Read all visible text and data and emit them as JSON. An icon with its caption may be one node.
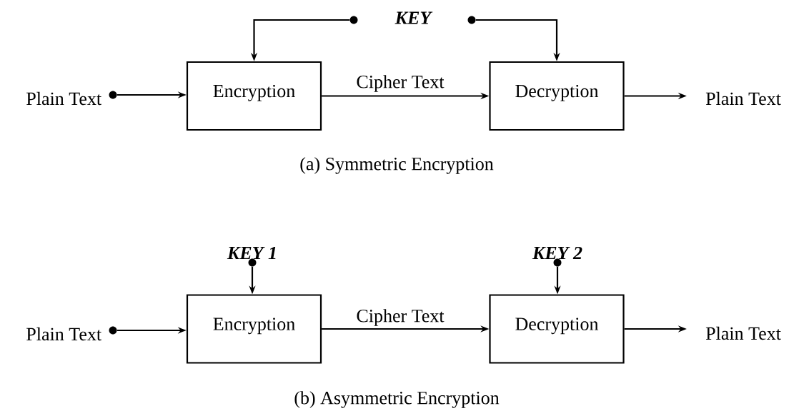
{
  "diagram": {
    "nodes": [
      {
        "text": [],
        "shape": "circle"
      },
      {
        "text": [],
        "shape": "circle"
      },
      {
        "text": [],
        "shape": "circle",
        "beside": [
          "Plain Text"
        ]
      },
      {
        "text": [
          "Encryption"
        ]
      },
      {
        "text": [
          "Decryption"
        ]
      },
      {
        "text": [
          "Plain Text"
        ]
      },
      {
        "text": [],
        "shape": "circle",
        "beside": [
          "KEY 1"
        ]
      },
      {
        "text": [],
        "shape": "circle",
        "beside": [
          "KEY 2"
        ]
      },
      {
        "text": [],
        "shape": "circle",
        "beside": [
          "Plain Text"
        ]
      },
      {
        "text": [
          "Encryption"
        ]
      },
      {
        "text": [
          "Decryption"
        ]
      },
      {
        "text": [
          "Plain Text"
        ]
      }
    ],
    "edges": [
      {
        "from": 0,
        "to": 3,
        "arrow": "to"
      },
      {
        "from": 1,
        "to": 4,
        "arrow": "to"
      },
      {
        "from": 2,
        "to": 3,
        "arrow": "to"
      },
      {
        "from": 3,
        "to": 4,
        "arrow": "to",
        "label": "Cipher Text"
      },
      {
        "from": 4,
        "to": 5,
        "arrow": "to"
      },
      {
        "from": 6,
        "to": 9,
        "arrow": "to"
      },
      {
        "from": 7,
        "to": 10,
        "arrow": "to"
      },
      {
        "from": 8,
        "to": 9,
        "arrow": "to"
      },
      {
        "from": 9,
        "to": 10,
        "arrow": "to",
        "label": "Cipher Text"
      },
      {
        "from": 10,
        "to": 11,
        "arrow": "to"
      }
    ],
    "labels": [
      "KEY",
      "(a) Symmetric Encryption",
      "(b) Asymmetric Encryption"
    ]
  }
}
